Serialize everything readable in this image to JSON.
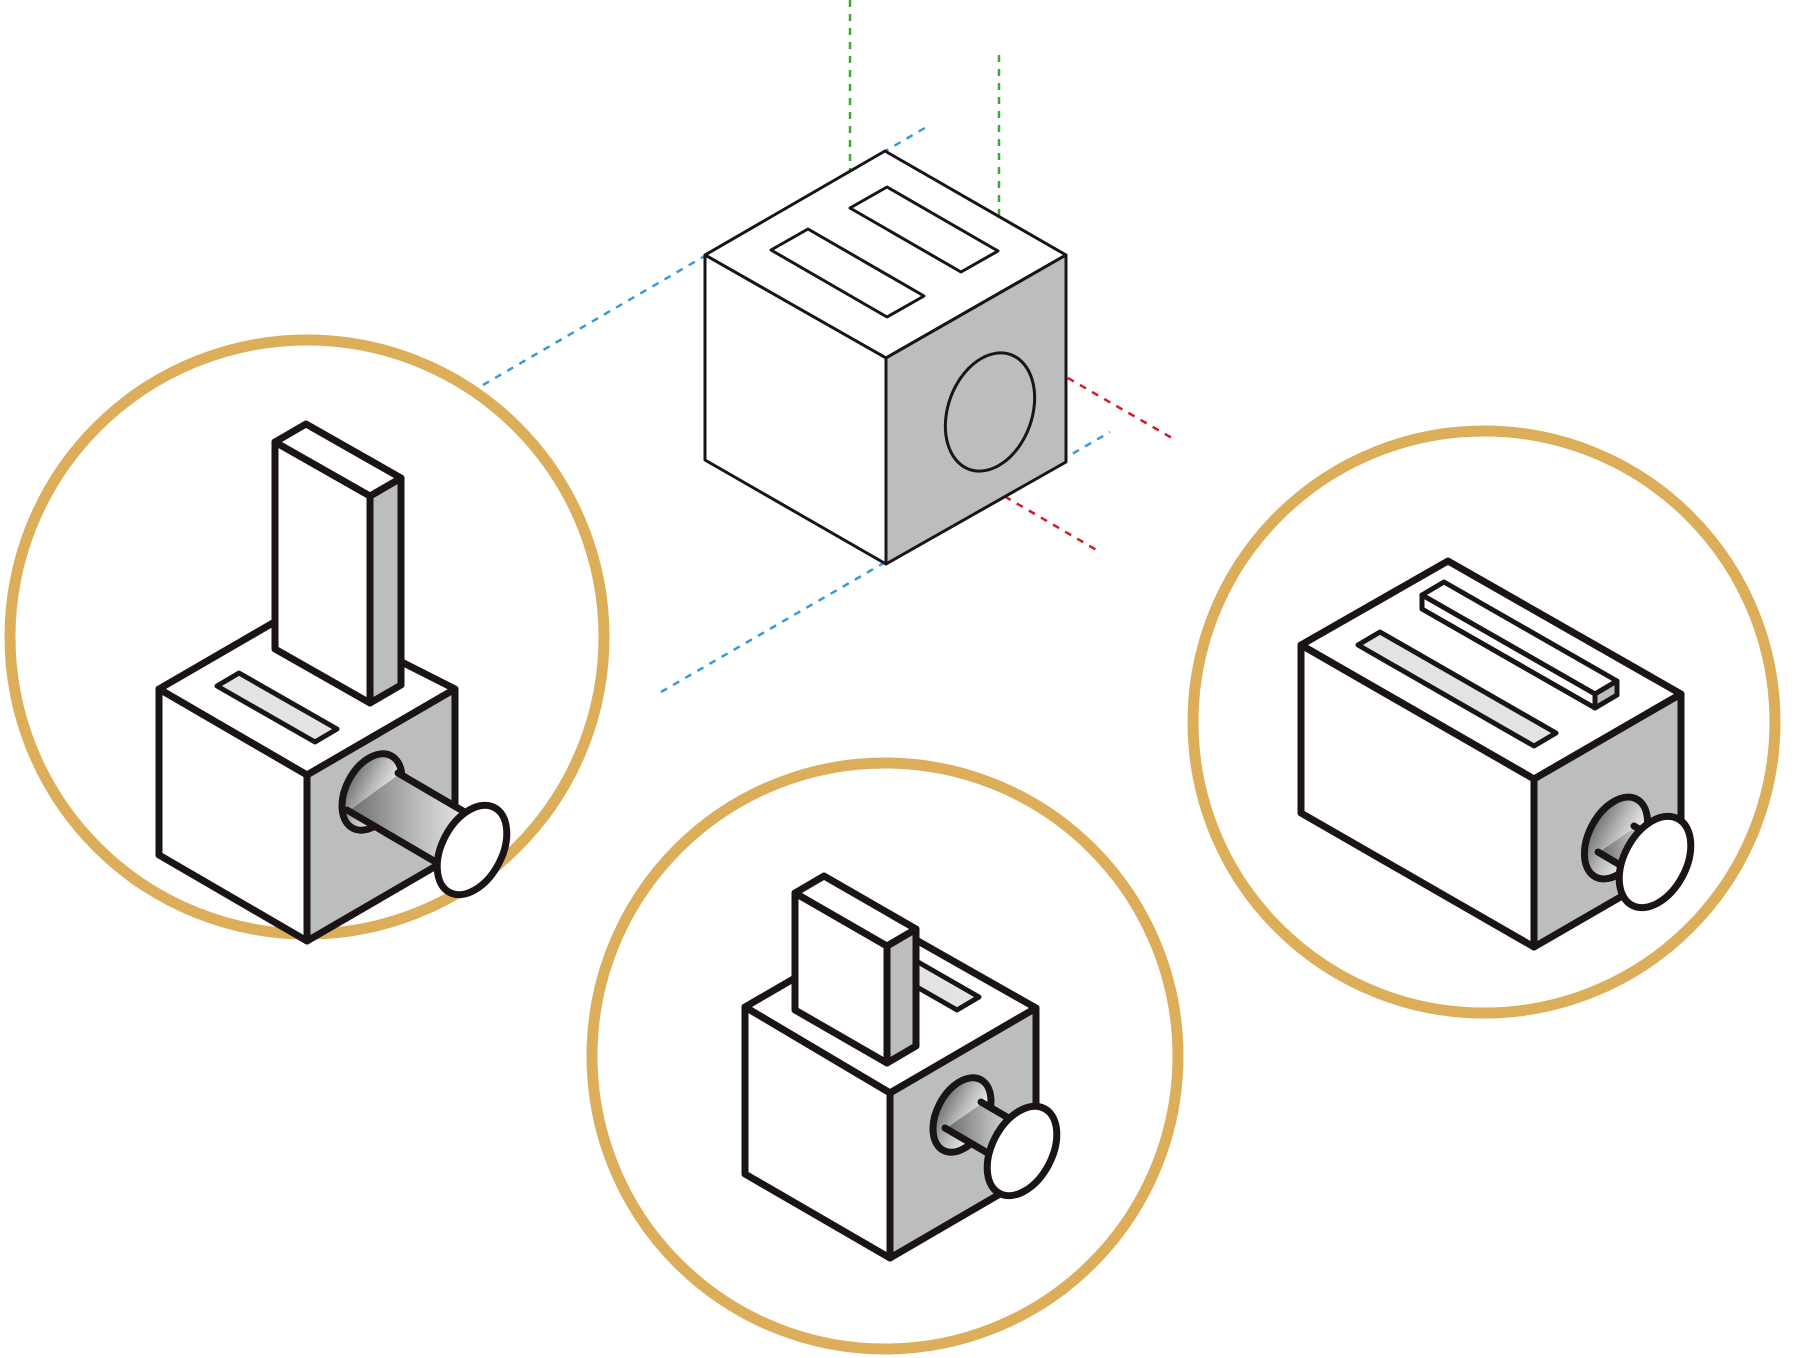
{
  "diagram": {
    "colors": {
      "background": "#ffffff",
      "outline": "#1a1416",
      "face_light": "#ffffff",
      "face_shade": "#bcbdbf",
      "slot_fill": "#e2e3e4",
      "guide_vertical": "#3aaa35",
      "guide_top_plane": "#3a9ad9",
      "guide_side": "#d7192a",
      "frame_ring": "#dcae5a"
    },
    "reference_block": {
      "label": "",
      "style": "thin-outline",
      "top_features": [
        "slot",
        "slot"
      ],
      "side_feature": "circular-hole"
    },
    "variants": [
      {
        "name": "",
        "description_tag": "tall-bar-inserted",
        "frame": "hand-drawn-circle"
      },
      {
        "name": "",
        "description_tag": "short-bar-inserted",
        "frame": "hand-drawn-circle"
      },
      {
        "name": "",
        "description_tag": "toaster-style-two-slots",
        "frame": "hand-drawn-circle"
      }
    ]
  }
}
